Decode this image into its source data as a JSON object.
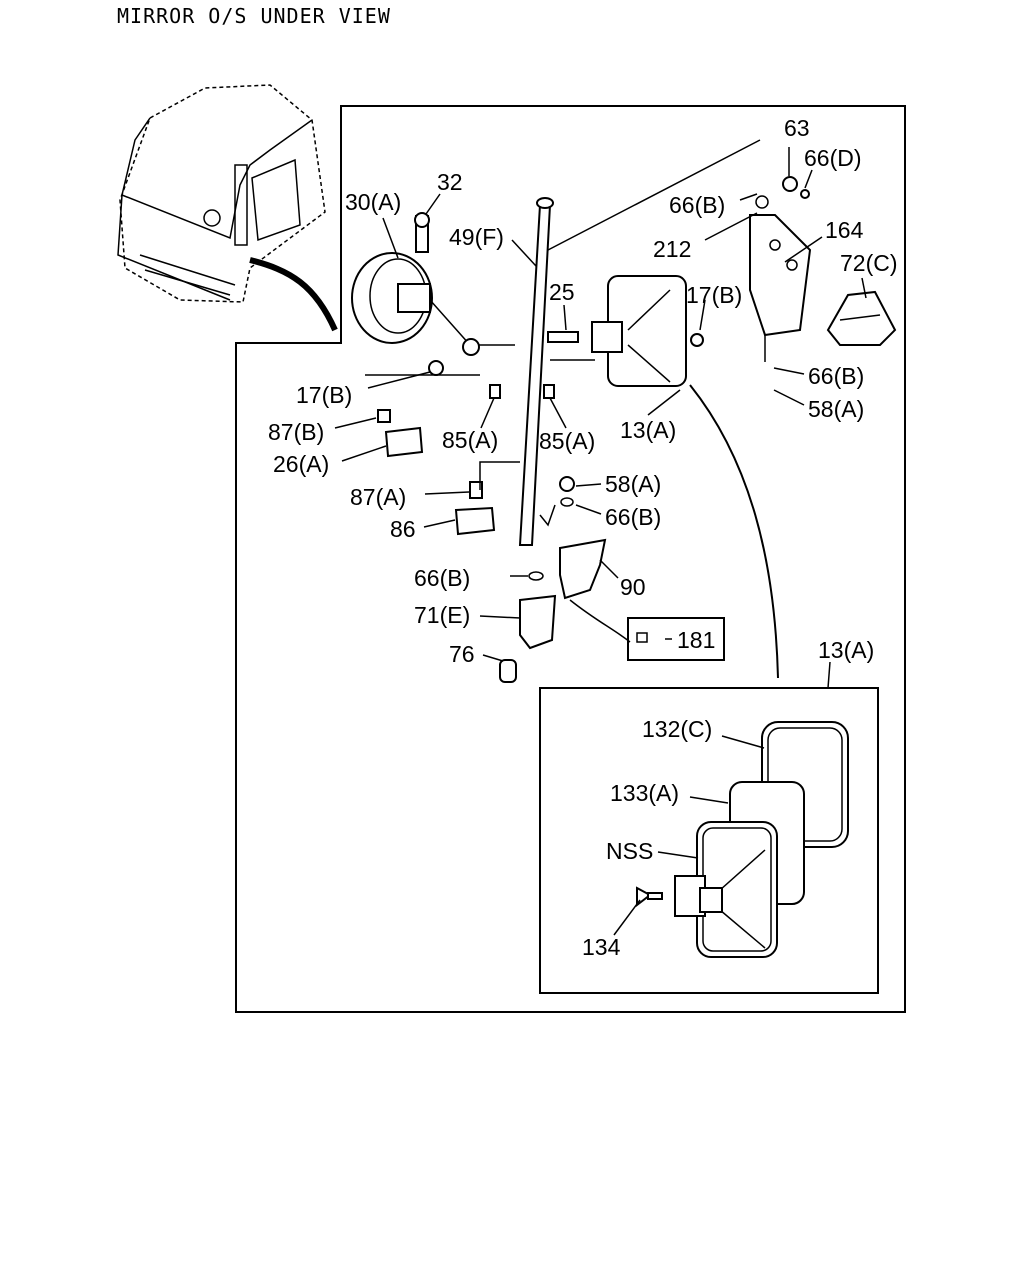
{
  "title": "MIRROR O/S UNDER VIEW",
  "labels": {
    "l63": "63",
    "l66d": "66(D)",
    "l66b_top": "66(B)",
    "l212": "212",
    "l164": "164",
    "l72c": "72(C)",
    "l32": "32",
    "l30a": "30(A)",
    "l49f": "49(F)",
    "l25": "25",
    "l17b_r": "17(B)",
    "l17b_l": "17(B)",
    "l87b": "87(B)",
    "l26a": "26(A)",
    "l85a_l": "85(A)",
    "l85a_r": "85(A)",
    "l13a": "13(A)",
    "l66b_r1": "66(B)",
    "l58a_r1": "58(A)",
    "l58a_m": "58(A)",
    "l66b_m": "66(B)",
    "l87a": "87(A)",
    "l86": "86",
    "l66b_l": "66(B)",
    "l90": "90",
    "l71e": "71(E)",
    "l181": "181",
    "l76": "76",
    "l13a_inset": "13(A)",
    "l132c": "132(C)",
    "l133a": "133(A)",
    "lnss": "NSS",
    "l134": "134"
  }
}
